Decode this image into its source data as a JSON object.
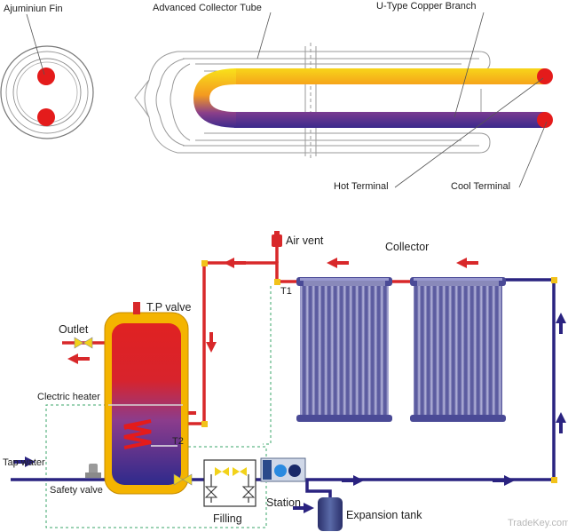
{
  "top_labels": {
    "fin": "Ajuminiun Fin",
    "tube": "Advanced Collector Tube",
    "branch": "U-Type Copper Branch",
    "hot_terminal": "Hot Terminal",
    "cool_terminal": "Cool Terminal"
  },
  "system_labels": {
    "air_vent": "Air vent",
    "collector": "Collector",
    "tp_valve": "T.P valve",
    "outlet": "Outlet",
    "heater": "Clectric heater",
    "t1": "T1",
    "t2": "T2",
    "tap_water": "Tap water",
    "safety_valve": "Safety  valve",
    "filling": "Filling",
    "station": "Station",
    "expansion_tank": "Expansion tank"
  },
  "watermark": "TradeKey.com",
  "colors": {
    "hot_pipe": "#d8282a",
    "cold_pipe": "#2a2380",
    "tank_shell": "#f4b400",
    "valve": "#f2d21a",
    "dashed": "#3aa66a"
  }
}
